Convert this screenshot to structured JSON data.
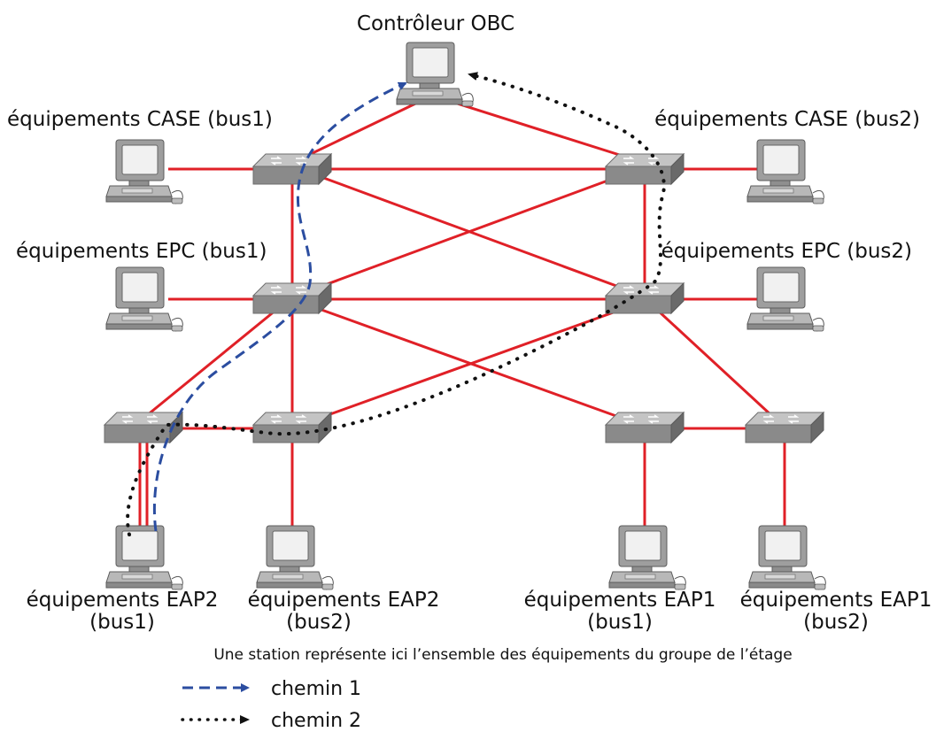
{
  "labels": {
    "controller": "Contrôleur OBC",
    "case_bus1": "équipements CASE (bus1)",
    "case_bus2": "équipements CASE (bus2)",
    "epc_bus1": "équipements EPC (bus1)",
    "epc_bus2": "équipements EPC (bus2)",
    "eap2_bus1_line1": "équipements EAP2",
    "eap2_bus1_line2": "(bus1)",
    "eap2_bus2_line1": "équipements EAP2",
    "eap2_bus2_line2": "(bus2)",
    "eap1_bus1_line1": "équipements EAP1",
    "eap1_bus1_line2": "(bus1)",
    "eap1_bus2_line1": "équipements EAP1",
    "eap1_bus2_line2": "(bus2)"
  },
  "caption": "Une station représente ici l’ensemble des équipements du groupe de l’étage",
  "legend": {
    "path1": "chemin 1",
    "path2": "chemin 2"
  },
  "colors": {
    "link": "#e02027",
    "path1": "#2b4da0",
    "path2": "#111111",
    "switch": "#8c8c8c",
    "computer": "#9a9a9a"
  }
}
